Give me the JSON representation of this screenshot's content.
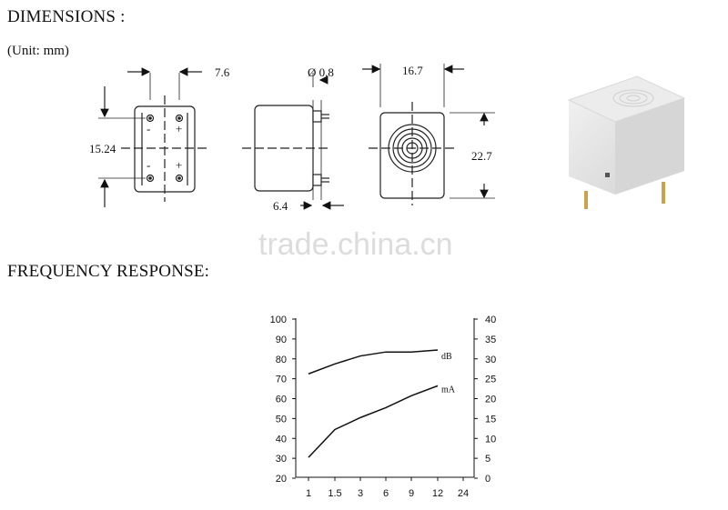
{
  "headings": {
    "dimensions": "DIMENSIONS :",
    "unit": "(Unit: mm)",
    "frequency": "FREQUENCY RESPONSE:"
  },
  "dimensions": {
    "width_top": "7.6",
    "height_left": "15.24",
    "pin_diameter": "Ø 0.8",
    "pin_offset": "6.4",
    "width_right": "16.7",
    "height_right": "22.7",
    "pin_marks": [
      "+",
      "-",
      "+",
      "-"
    ]
  },
  "watermark": "trade.china.cn",
  "chart_data": {
    "type": "line",
    "x_ticks": [
      "1",
      "1.5",
      "3",
      "6",
      "9",
      "12",
      "24"
    ],
    "y_left_ticks": [
      "100",
      "90",
      "80",
      "70",
      "60",
      "50",
      "40",
      "30",
      "20"
    ],
    "y_right_ticks": [
      "40",
      "35",
      "30",
      "25",
      "20",
      "15",
      "10",
      "5",
      "0"
    ],
    "ylim_left": [
      20,
      100
    ],
    "ylim_right": [
      0,
      40
    ],
    "series": [
      {
        "name": "dB",
        "axis": "left",
        "x": [
          "1",
          "1.5",
          "3",
          "6",
          "9",
          "12"
        ],
        "values": [
          72,
          77,
          81,
          83,
          83,
          84
        ]
      },
      {
        "name": "mA",
        "axis": "left",
        "x": [
          "1",
          "1.5",
          "3",
          "6",
          "9",
          "12"
        ],
        "values": [
          30,
          44,
          50,
          55,
          61,
          66
        ]
      }
    ],
    "grid": false
  }
}
